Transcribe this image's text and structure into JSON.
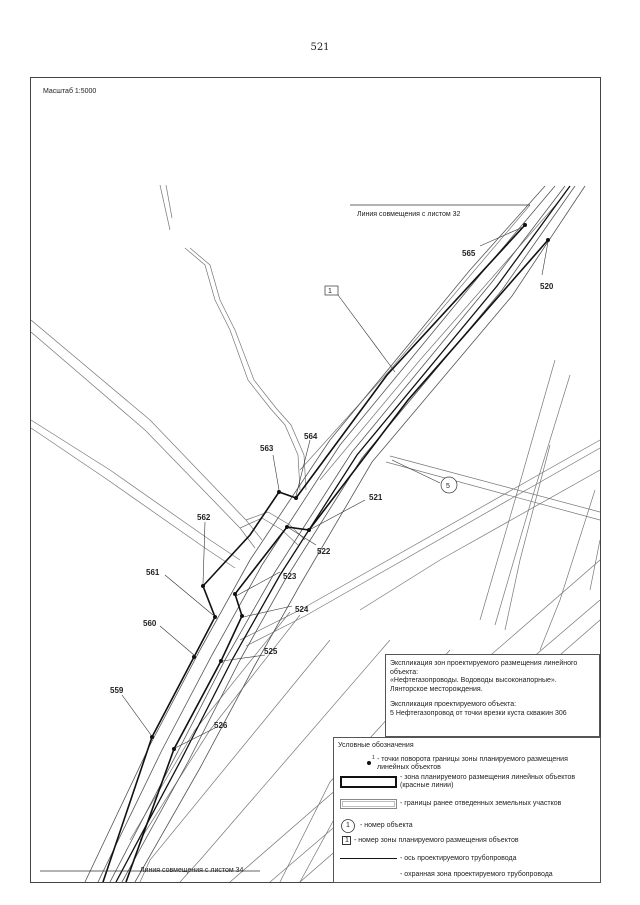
{
  "page_number": "521",
  "map": {
    "scale": "Масштаб 1:5000",
    "match_line_top": "Линия совмещения с листом 32",
    "match_line_bottom": "Линия совмещения с листом 34",
    "point_labels": [
      "565",
      "520",
      "564",
      "563",
      "521",
      "562",
      "522",
      "561",
      "523",
      "524",
      "560",
      "525",
      "559",
      "526"
    ],
    "zone_marker": "1",
    "object_marker": "5"
  },
  "explication": {
    "zones_title": "Экспликация зон проектируемого размещения линейного объекта:",
    "zones_line2": "«Нефтегазопроводы. Водоводы высоконапорные».",
    "zones_line3": "Лянторское месторождения.",
    "objects_title": "Экспликация проектируемого объекта:",
    "object_entry": "5   Нефтегазопровод от точки врезки куста скважин 306"
  },
  "legend": {
    "title": "Условные обозначения",
    "item_points": "- точки поворота границы зоны планируемого размещения линейных объектов",
    "point_superscript": "1",
    "item_red_lines": "- зона планируемого размещения линейных объектов (красные линии)",
    "item_parcels": "- границы ранее отведенных земельных участков",
    "circle_number": "1",
    "item_object_number": "- номер  объекта",
    "square_number": "1",
    "item_zone_number": "- номер зоны планируемого размещения объектов",
    "item_axis": "- ось проектируемого трубопровода",
    "item_guard_zone": "- охранная зона проектируемого трубопровода"
  }
}
